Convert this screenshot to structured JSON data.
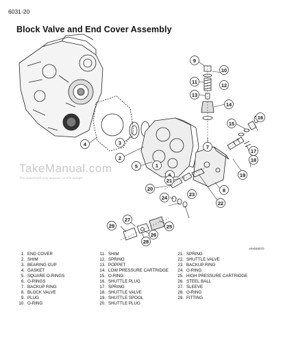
{
  "page_number": "6031-20",
  "title": "Block Valve and End Cover Assembly",
  "watermark": {
    "main": "TakeManual.com",
    "sub": "The watermark only appears on this sample"
  },
  "figure_id": "HH046070",
  "callouts": [
    "1",
    "2",
    "3",
    "4",
    "5",
    "6",
    "7",
    "8",
    "9",
    "10",
    "11",
    "12",
    "13",
    "14",
    "15",
    "16",
    "17",
    "18",
    "19",
    "20",
    "21",
    "22",
    "23",
    "24",
    "25",
    "26",
    "27",
    "28",
    "29"
  ],
  "legend": {
    "col1": [
      {
        "n": "1.",
        "t": "END COVER"
      },
      {
        "n": "2.",
        "t": "SHIM"
      },
      {
        "n": "3.",
        "t": "BEARING CUP"
      },
      {
        "n": "4.",
        "t": "GASKET"
      },
      {
        "n": "5.",
        "t": "SQUARE O-RINGS"
      },
      {
        "n": "6.",
        "t": "O-RINGS"
      },
      {
        "n": "7.",
        "t": "BACKUP RING"
      },
      {
        "n": "8.",
        "t": "BLOCK VALVE"
      },
      {
        "n": "9.",
        "t": "PLUG"
      },
      {
        "n": "10.",
        "t": "O-RING"
      }
    ],
    "col2": [
      {
        "n": "11.",
        "t": "SHIM"
      },
      {
        "n": "12.",
        "t": "SPRING"
      },
      {
        "n": "13.",
        "t": "POPPET"
      },
      {
        "n": "14.",
        "t": "LOW PRESSURE CARTRIDGE"
      },
      {
        "n": "15.",
        "t": "O-RING"
      },
      {
        "n": "16.",
        "t": "SHUTTLE PLUG"
      },
      {
        "n": "17.",
        "t": "SPRING"
      },
      {
        "n": "18.",
        "t": "SHUTTLE VALVE"
      },
      {
        "n": "19.",
        "t": "SHUTTLE SPOOL"
      },
      {
        "n": "20.",
        "t": "SHUTTLE PLUG"
      }
    ],
    "col3": [
      {
        "n": "21.",
        "t": "SPRING"
      },
      {
        "n": "22.",
        "t": "SHUTTLE VALVE"
      },
      {
        "n": "23.",
        "t": "BACKUP RING"
      },
      {
        "n": "24.",
        "t": "O-RING"
      },
      {
        "n": "25.",
        "t": "HIGH PRESSURE CARTRIDGE"
      },
      {
        "n": "26.",
        "t": "STEEL BALL"
      },
      {
        "n": "27.",
        "t": "SLEEVE"
      },
      {
        "n": "28.",
        "t": "O-RING"
      },
      {
        "n": "29.",
        "t": "FITTING"
      }
    ]
  }
}
